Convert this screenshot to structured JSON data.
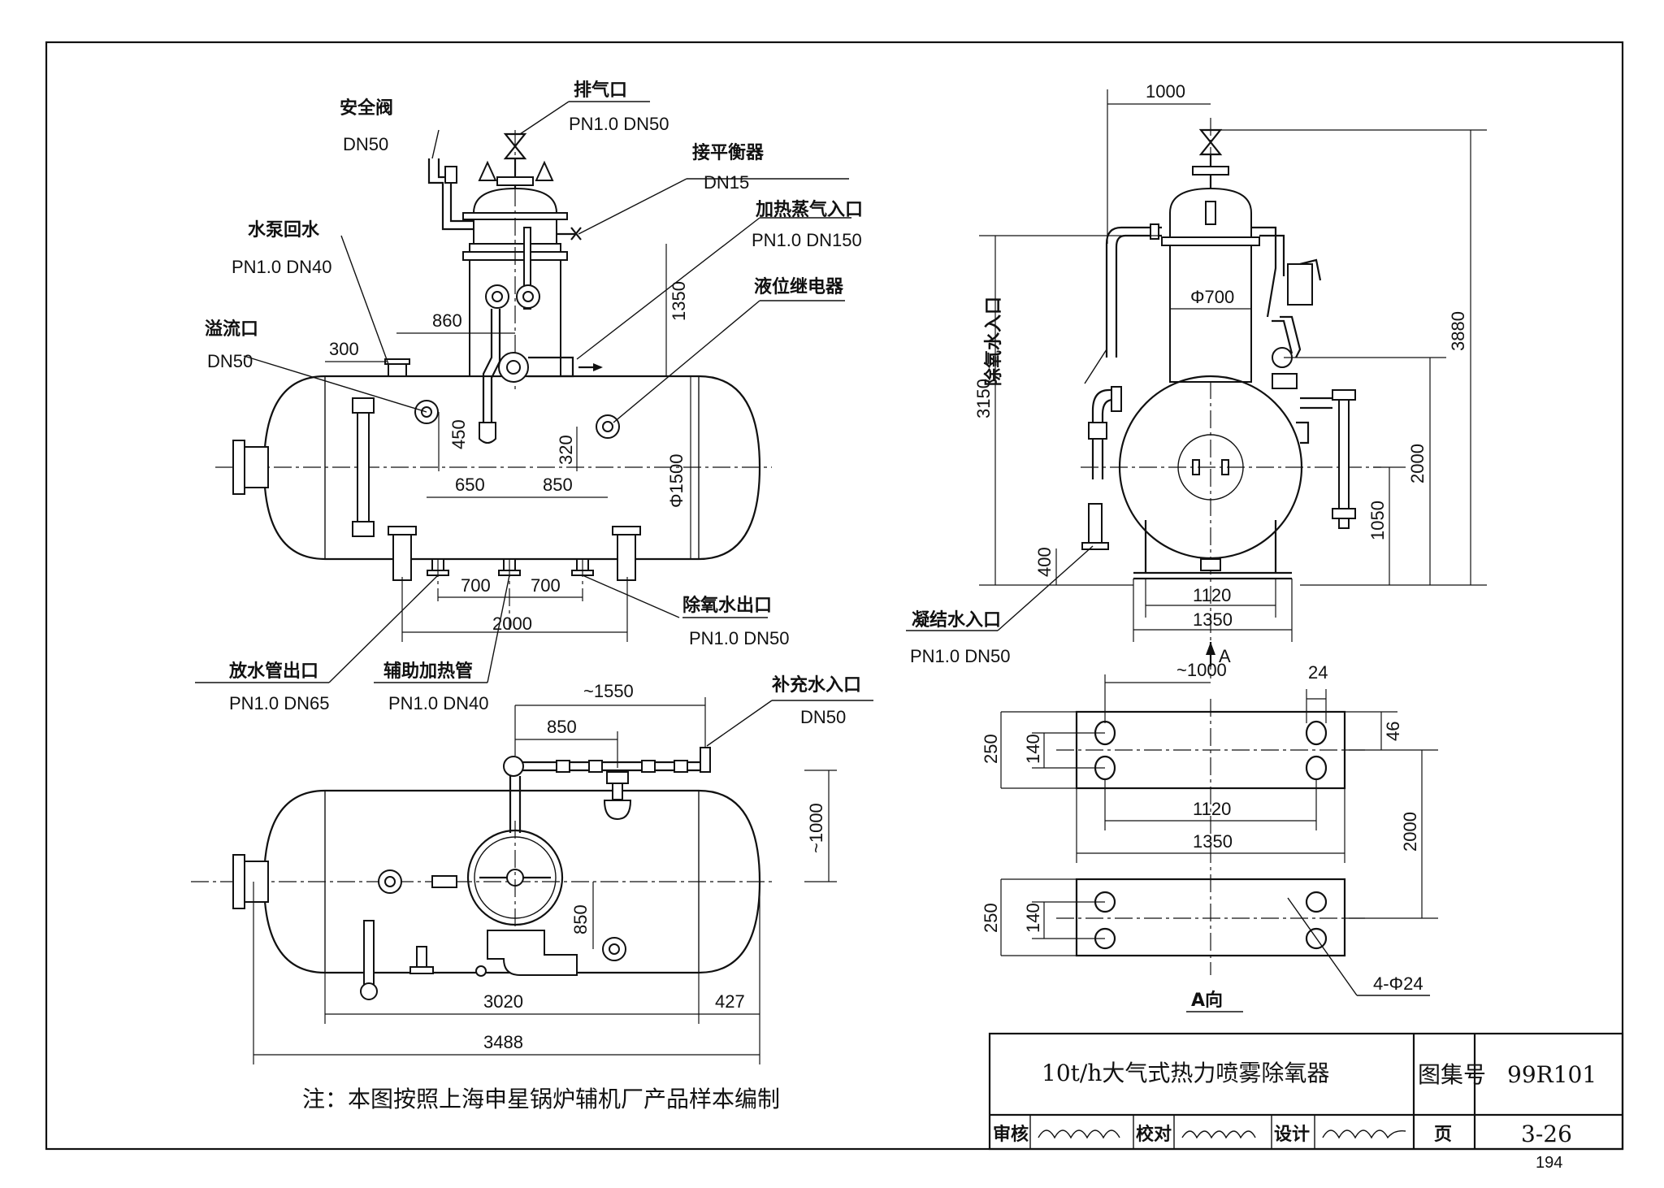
{
  "front_view": {
    "labels": {
      "safety_valve": "安全阀",
      "safety_valve_size": "DN50",
      "vent": "排气口",
      "vent_size": "PN1.0 DN50",
      "balancer": "接平衡器",
      "balancer_size": "DN15",
      "heating_steam": "加热蒸气入口",
      "heating_steam_size": "PN1.0 DN150",
      "pump_return": "水泵回水",
      "pump_return_size": "PN1.0 DN40",
      "level_relay": "液位继电器",
      "overflow": "溢流口",
      "overflow_size": "DN50",
      "deaerated_out": "除氧水出口",
      "deaerated_out_size": "PN1.0 DN50",
      "drain_out": "放水管出口",
      "drain_out_size": "PN1.0 DN65",
      "aux_heating": "辅助加热管",
      "aux_heating_size": "PN1.0 DN40"
    },
    "dims": {
      "d860": "860",
      "d300": "300",
      "d1350": "1350",
      "d450": "450",
      "d320": "320",
      "d650": "650",
      "d850": "850",
      "dphi1500": "Φ1500",
      "d700a": "700",
      "d700b": "700",
      "d2000": "2000"
    }
  },
  "top_view": {
    "labels": {
      "makeup_in": "补充水入口",
      "makeup_in_size": "DN50"
    },
    "dims": {
      "d1550": "~1550",
      "d850": "850",
      "d1000": "~1000",
      "d850v": "850",
      "d3020": "3020",
      "d427": "427",
      "d3488": "3488"
    }
  },
  "side_view": {
    "labels": {
      "deaerated_in": "除氧水入口",
      "condensate_in": "凝结水入口",
      "condensate_in_size": "PN1.0 DN50",
      "view_a_arrow": "A"
    },
    "dims": {
      "d1000": "1000",
      "d3880": "3880",
      "d3150": "3150",
      "dphi700": "Φ700",
      "d2000": "2000",
      "d1050": "1050",
      "d400": "400",
      "d1120": "1120",
      "d1350": "1350"
    }
  },
  "view_a": {
    "title": "A向",
    "dims": {
      "d1000": "~1000",
      "d24": "24",
      "d46": "46",
      "d250a": "250",
      "d140a": "140",
      "d1120": "1120",
      "d1350": "1350",
      "d2000": "2000",
      "d250b": "250",
      "d140b": "140",
      "holes": "4-Φ24"
    }
  },
  "note": "注：本图按照上海申星锅炉辅机厂产品样本编制",
  "title_block": {
    "title": "10t/h大气式热力喷雾除氧器",
    "atlas_label": "图集号",
    "atlas_no": "99R101",
    "review_label": "审核",
    "check_label": "校对",
    "design_label": "设计",
    "page_label": "页",
    "page_no": "3-26",
    "sheet_no": "194"
  }
}
